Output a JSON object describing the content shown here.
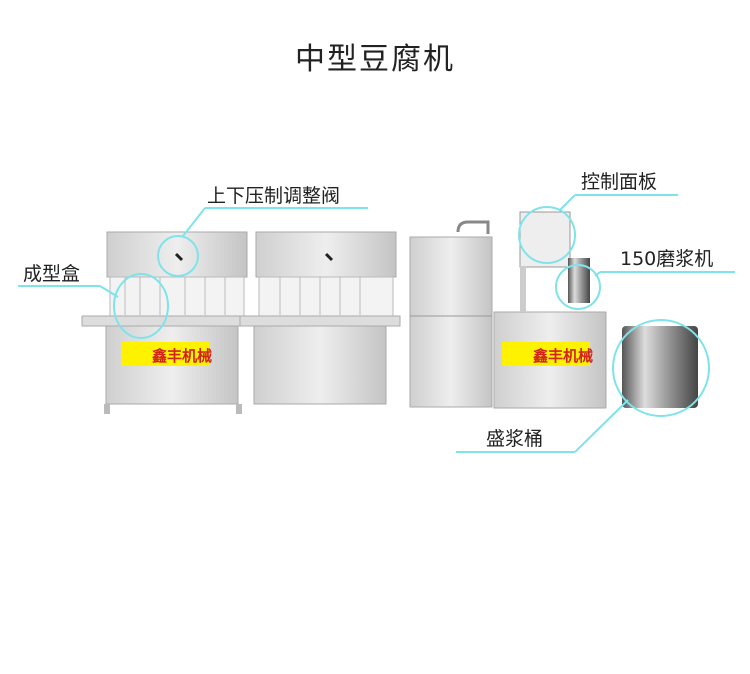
{
  "title": "中型豆腐机",
  "callouts": {
    "press_valve": "上下压制调整阀",
    "mold_box": "成型盒",
    "control_panel": "控制面板",
    "grinder": "150磨浆机",
    "pulp_bucket": "盛浆桶"
  },
  "brand": "鑫丰机械",
  "colors": {
    "callout": "#7fe3ea",
    "logo_bg": "#fff200",
    "logo_text": "#d1231b",
    "steel": "#d9d9d9"
  }
}
